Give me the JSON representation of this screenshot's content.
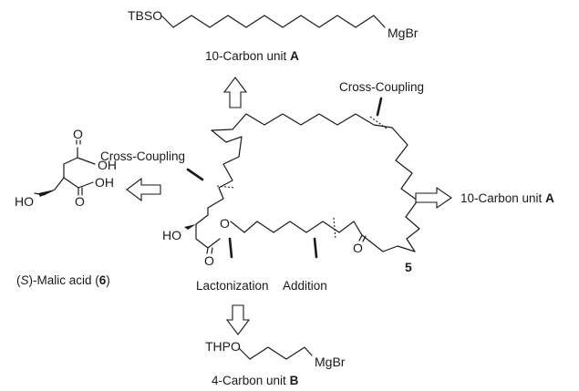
{
  "reagent_a": {
    "protecting_group": "TBSO",
    "metal_end": "MgBr",
    "caption_text": "10-Carbon unit ",
    "caption_letter": "A"
  },
  "reagent_b": {
    "protecting_group": "THPO",
    "metal_end": "MgBr",
    "caption_text": "4-Carbon unit ",
    "caption_letter": "B"
  },
  "malic_acid": {
    "hydroxyl": "HO",
    "acid_top_oxygen": "O",
    "acid_top_hydroxyl": "OH",
    "acid_bottom_oxygen": "O",
    "acid_bottom_hydroxyl": "OH",
    "caption_open": "(",
    "caption_stereo": "S",
    "caption_mid": ")-Malic acid (",
    "caption_number": "6",
    "caption_close": ")"
  },
  "macrocycle": {
    "hydroxyl": "HO",
    "ester_carbonyl_oxygen": "O",
    "ester_ring_oxygen": "O",
    "ketone_oxygen": "O",
    "compound_number": "5"
  },
  "disconnections": {
    "cross_coupling_left": "Cross-Coupling",
    "cross_coupling_right": "Cross-Coupling",
    "lactonization": "Lactonization",
    "addition": "Addition"
  },
  "right_fragment": {
    "caption_text": "10-Carbon unit ",
    "caption_letter": "A"
  }
}
